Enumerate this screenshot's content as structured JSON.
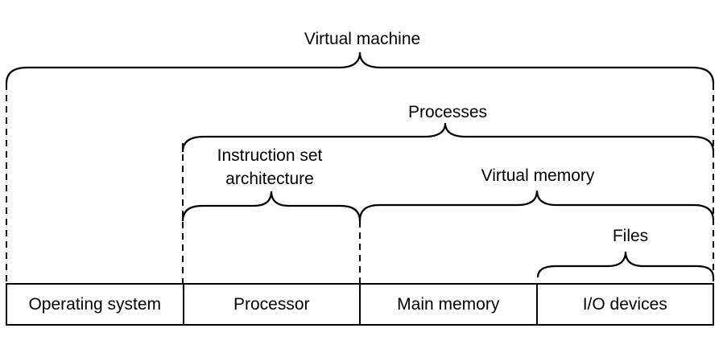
{
  "colors": {
    "background": "#ffffff",
    "line": "#000000",
    "text": "#000000"
  },
  "braces": [
    {
      "label": "Virtual machine",
      "spans": [
        "Operating system",
        "Processor",
        "Main memory",
        "I/O devices"
      ]
    },
    {
      "label": "Processes",
      "spans": [
        "Processor",
        "Main memory",
        "I/O devices"
      ]
    },
    {
      "label": "Instruction set architecture",
      "spans": [
        "Processor"
      ]
    },
    {
      "label": "Virtual memory",
      "spans": [
        "Main memory",
        "I/O devices"
      ]
    },
    {
      "label": "Files",
      "spans": [
        "I/O devices"
      ]
    }
  ],
  "boxes": [
    "Operating system",
    "Processor",
    "Main memory",
    "I/O devices"
  ]
}
